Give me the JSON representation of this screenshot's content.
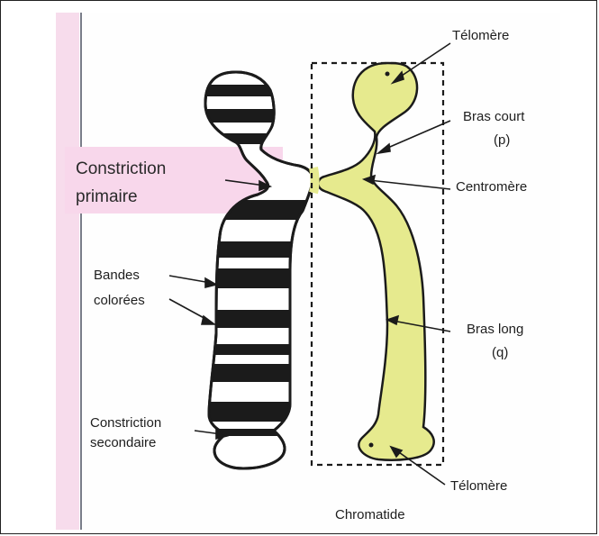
{
  "labels": {
    "telomere_top": "Télomère",
    "bras_court_1": "Bras court",
    "bras_court_2": "(p)",
    "centromere": "Centromère",
    "constriction_primaire_1": "Constriction",
    "constriction_primaire_2": "primaire",
    "bandes_1": "Bandes",
    "bandes_2": "colorées",
    "bras_long_1": "Bras long",
    "bras_long_2": "(q)",
    "constriction_sec_1": "Constriction",
    "constriction_sec_2": "secondaire",
    "telomere_bottom": "Télomère",
    "chromatide": "Chromatide"
  },
  "colors": {
    "chromatid_fill": "#e6ea8e",
    "band_fill": "#1b1b1b",
    "label_box": "#f8d7eb",
    "strip": "#f7dcec"
  }
}
